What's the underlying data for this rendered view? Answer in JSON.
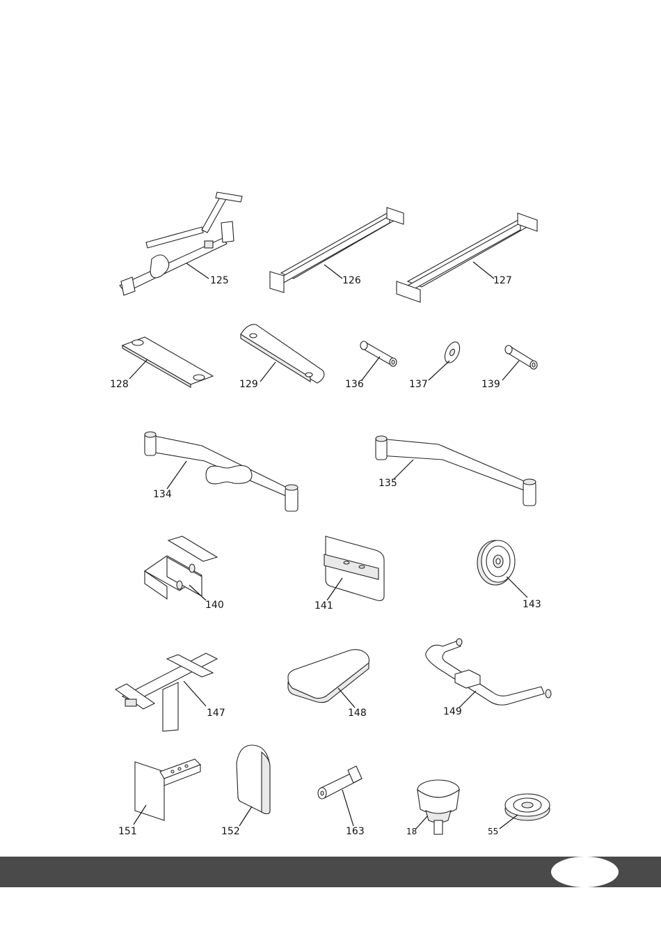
{
  "parts": [
    {
      "id": "part-125",
      "label": "125"
    },
    {
      "id": "part-126",
      "label": "126"
    },
    {
      "id": "part-127",
      "label": "127"
    },
    {
      "id": "part-128",
      "label": "128"
    },
    {
      "id": "part-129",
      "label": "129"
    },
    {
      "id": "part-136",
      "label": "136"
    },
    {
      "id": "part-137",
      "label": "137"
    },
    {
      "id": "part-139",
      "label": "139"
    },
    {
      "id": "part-134",
      "label": "134"
    },
    {
      "id": "part-135",
      "label": "135"
    },
    {
      "id": "part-140",
      "label": "140"
    },
    {
      "id": "part-141",
      "label": "141"
    },
    {
      "id": "part-143",
      "label": "143"
    },
    {
      "id": "part-147",
      "label": "147"
    },
    {
      "id": "part-148",
      "label": "148"
    },
    {
      "id": "part-149",
      "label": "149"
    },
    {
      "id": "part-151",
      "label": "151"
    },
    {
      "id": "part-152",
      "label": "152"
    },
    {
      "id": "part-163",
      "label": "163"
    },
    {
      "id": "part-18",
      "label": "18"
    },
    {
      "id": "part-55",
      "label": "55"
    }
  ],
  "footer": {
    "page_number": ""
  }
}
